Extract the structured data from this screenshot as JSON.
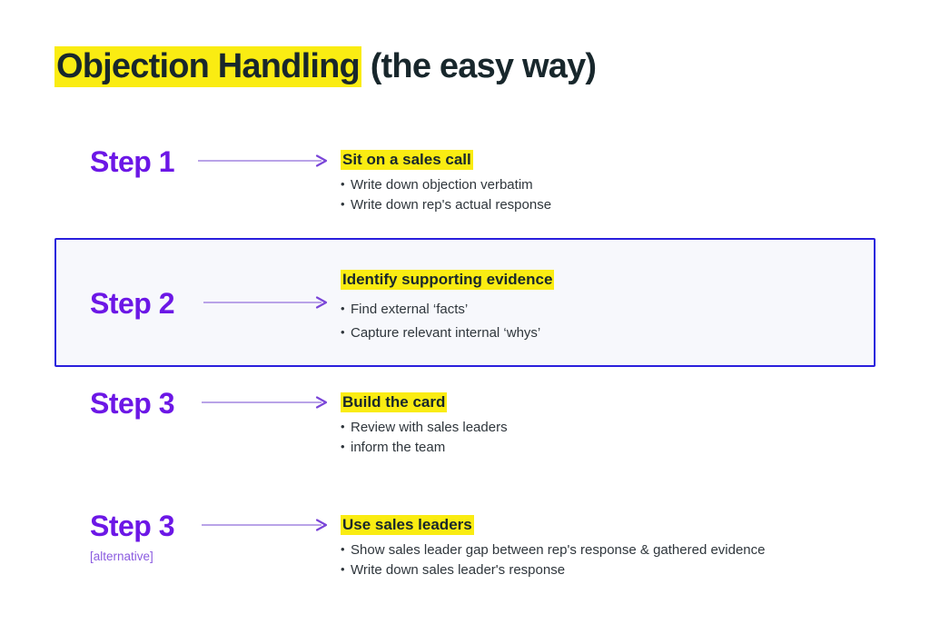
{
  "title": {
    "highlighted": "Objection Handling",
    "plain": " (the easy way)"
  },
  "colors": {
    "accent_purple": "#6c17e6",
    "light_purple": "#8b5ce0",
    "highlight_yellow": "#faec12",
    "box_border_blue": "#2a1fdd",
    "box_fill": "#f7f8fc",
    "ink": "#18272c",
    "body_text": "#2f363c",
    "background": "#ffffff"
  },
  "steps": [
    {
      "label": "Step 1",
      "sub": "",
      "heading": "Sit on a sales call",
      "bullets": [
        "Write down objection verbatim",
        "Write down rep's actual response"
      ],
      "boxed": false
    },
    {
      "label": "Step 2",
      "sub": "",
      "heading": "Identify supporting evidence",
      "bullets": [
        "Find external ‘facts’",
        "Capture relevant internal ‘whys’"
      ],
      "boxed": true
    },
    {
      "label": "Step 3",
      "sub": "",
      "heading": "Build the card",
      "bullets": [
        "Review with sales leaders",
        "inform the team"
      ],
      "boxed": false
    },
    {
      "label": "Step 3",
      "sub": "[alternative]",
      "heading": "Use sales leaders",
      "bullets": [
        "Show sales leader gap between rep's response & gathered evidence",
        "Write down sales leader's response"
      ],
      "boxed": false
    }
  ]
}
